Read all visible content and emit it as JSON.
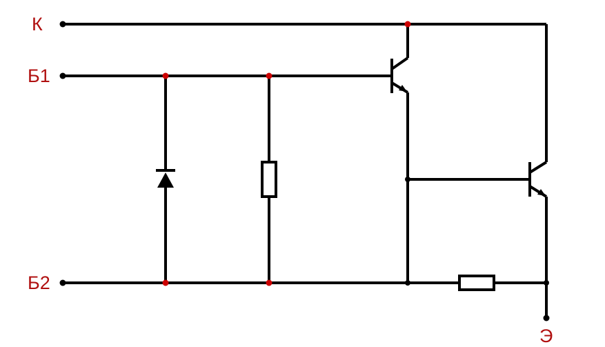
{
  "diagram": {
    "colors": {
      "wire": "#000000",
      "junction": "#cc0000",
      "label": "#b01010"
    },
    "terminals": {
      "collector": "К",
      "base1": "Б1",
      "base2": "Б2",
      "emitter": "Э"
    },
    "components": [
      {
        "kind": "diode-icon",
        "connects": [
          "Б1",
          "Б2"
        ]
      },
      {
        "kind": "resistor-icon",
        "connects": [
          "Б1",
          "Б2"
        ]
      },
      {
        "kind": "npn-transistor-icon",
        "role": "driver"
      },
      {
        "kind": "npn-transistor-icon",
        "role": "output"
      },
      {
        "kind": "resistor-icon",
        "connects": [
          "Б2",
          "Э"
        ]
      }
    ]
  }
}
